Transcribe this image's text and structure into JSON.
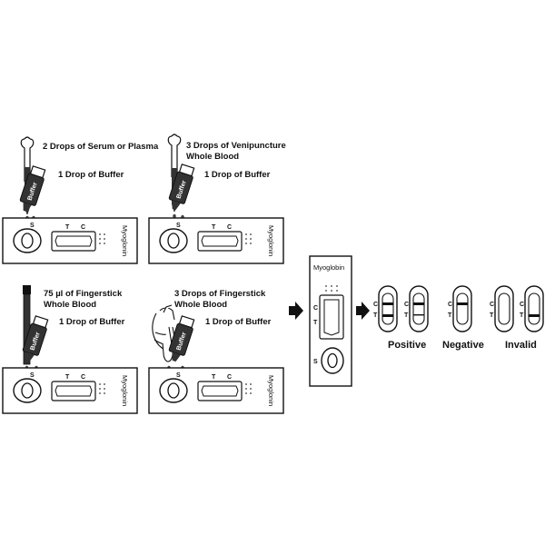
{
  "steps": [
    {
      "sample": "2 Drops of Serum or Plasma",
      "buffer": "1 Drop of Buffer"
    },
    {
      "sample": [
        "3 Drops of Venipuncture",
        "Whole Blood"
      ],
      "buffer": "1 Drop of Buffer"
    },
    {
      "sample": [
        "75 µl of Fingerstick",
        "Whole Blood"
      ],
      "buffer": "1 Drop of Buffer"
    },
    {
      "sample": [
        "3 Drops of Fingerstick",
        "Whole Blood"
      ],
      "buffer": "1 Drop of Buffer"
    }
  ],
  "bottle_label": "Buffer",
  "brand": "Myoglobin",
  "brand_vertical": "Myoglonin",
  "marks": {
    "s": "S",
    "t": "T",
    "c": "C"
  },
  "results": {
    "positive": "Positive",
    "negative": "Negative",
    "invalid": "Invalid"
  }
}
